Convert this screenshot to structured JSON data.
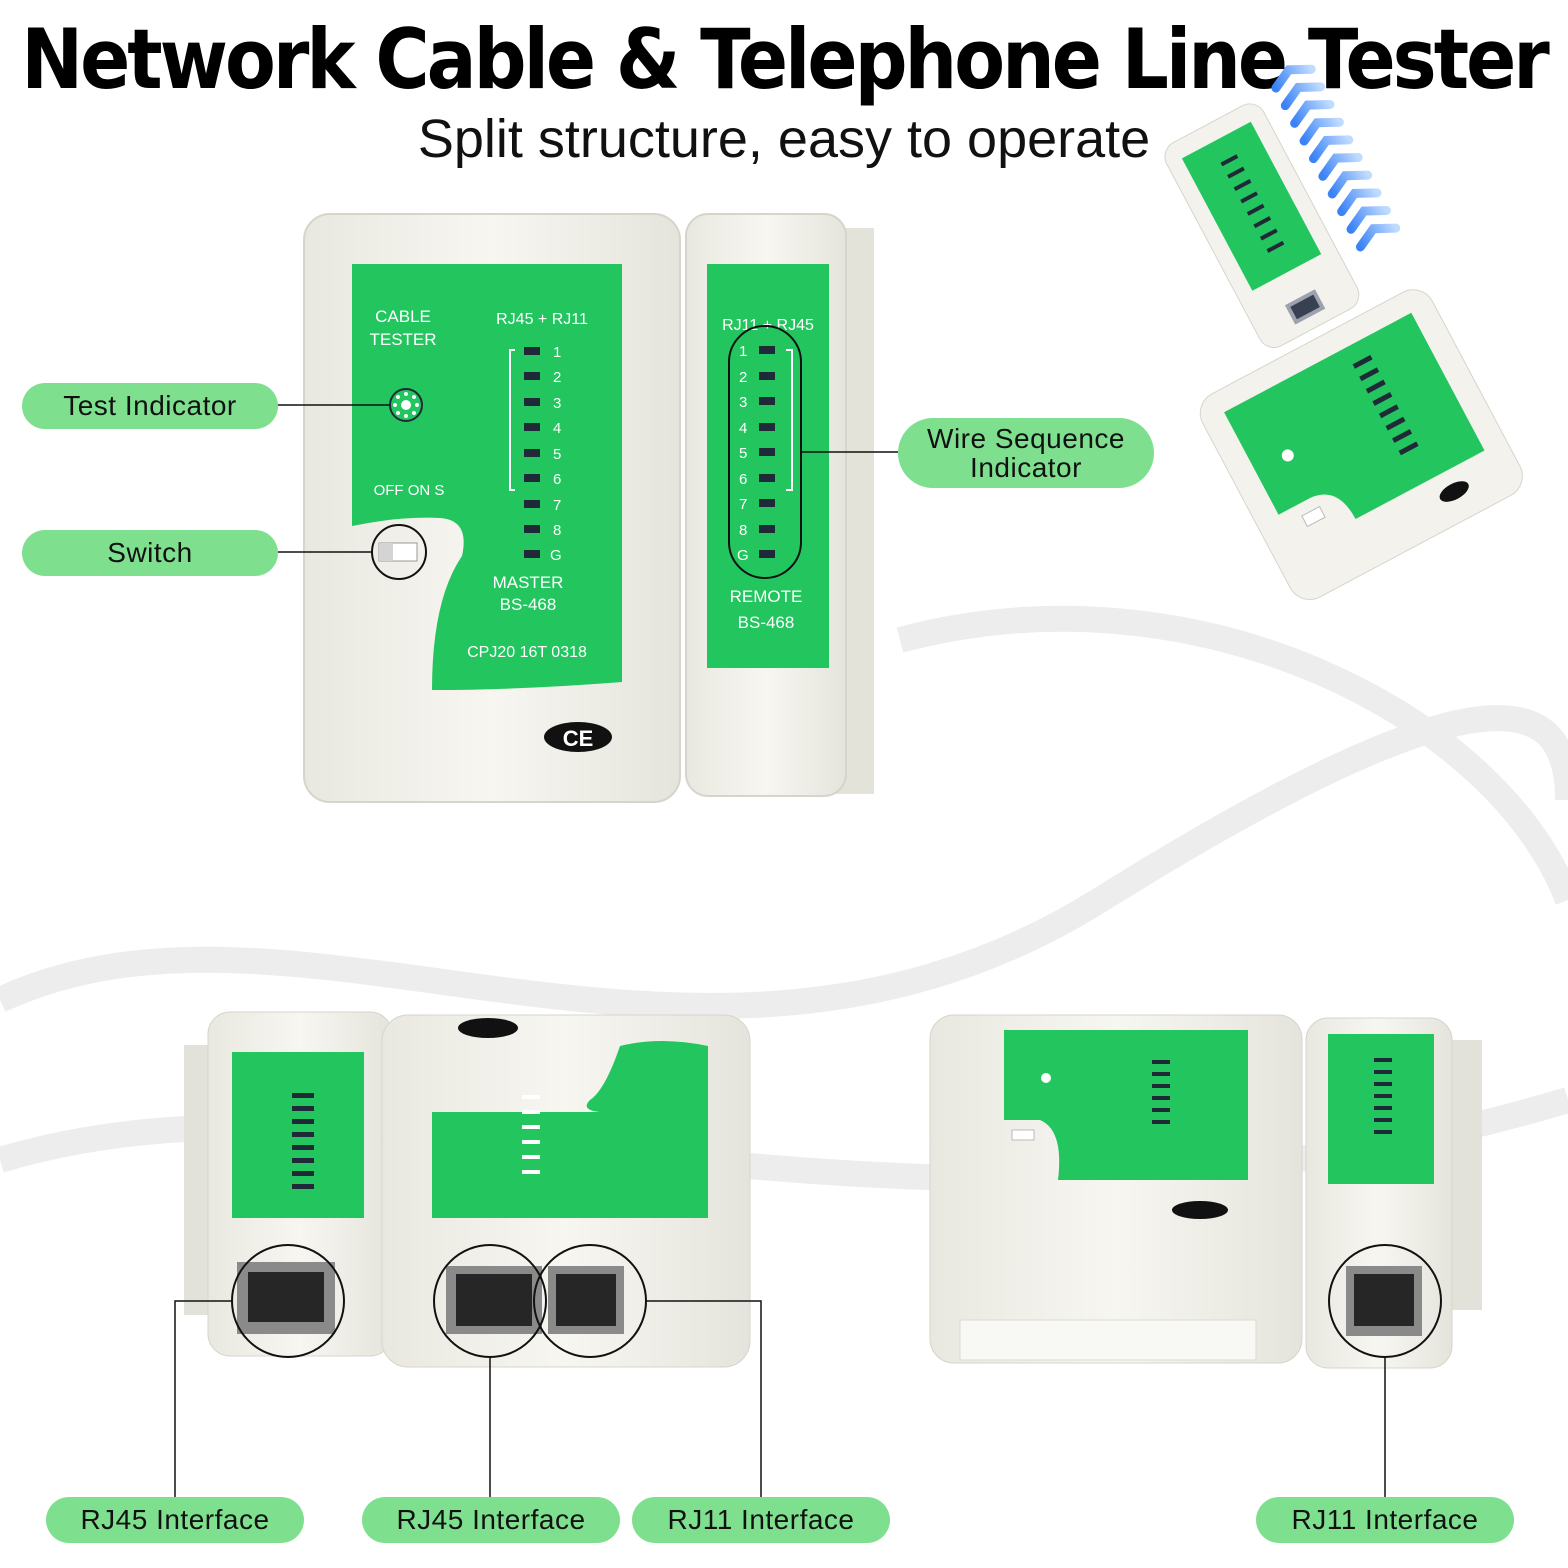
{
  "title": "Network Cable & Telephone Line Tester",
  "subtitle": "Split structure, easy to operate",
  "callouts": {
    "test_indicator": "Test Indicator",
    "switch": "Switch",
    "wire_sequence_line1": "Wire Sequence",
    "wire_sequence_line2": "Indicator",
    "bottom_rj45_left": "RJ45 Interface",
    "bottom_rj45_mid": "RJ45 Interface",
    "bottom_rj11_mid": "RJ11 Interface",
    "bottom_rj11_right": "RJ11 Interface"
  },
  "master": {
    "label_cable": "CABLE",
    "label_tester": "TESTER",
    "label_port": "RJ45 + RJ11",
    "pins": [
      "1",
      "2",
      "3",
      "4",
      "5",
      "6",
      "7",
      "8",
      "G"
    ],
    "label_offon": "OFF ON S",
    "label_master": "MASTER",
    "label_model": "BS-468",
    "label_code": "CPJ20 16T 0318"
  },
  "remote": {
    "label_port": "RJ11 + RJ45",
    "pins": [
      "1",
      "2",
      "3",
      "4",
      "5",
      "6",
      "7",
      "8",
      "G"
    ],
    "label_remote": "REMOTE",
    "label_model": "BS-468"
  },
  "colors": {
    "panel_green": "#22c55e",
    "body_white": "#f2f1ea",
    "pill_green": "#7ee08f"
  }
}
